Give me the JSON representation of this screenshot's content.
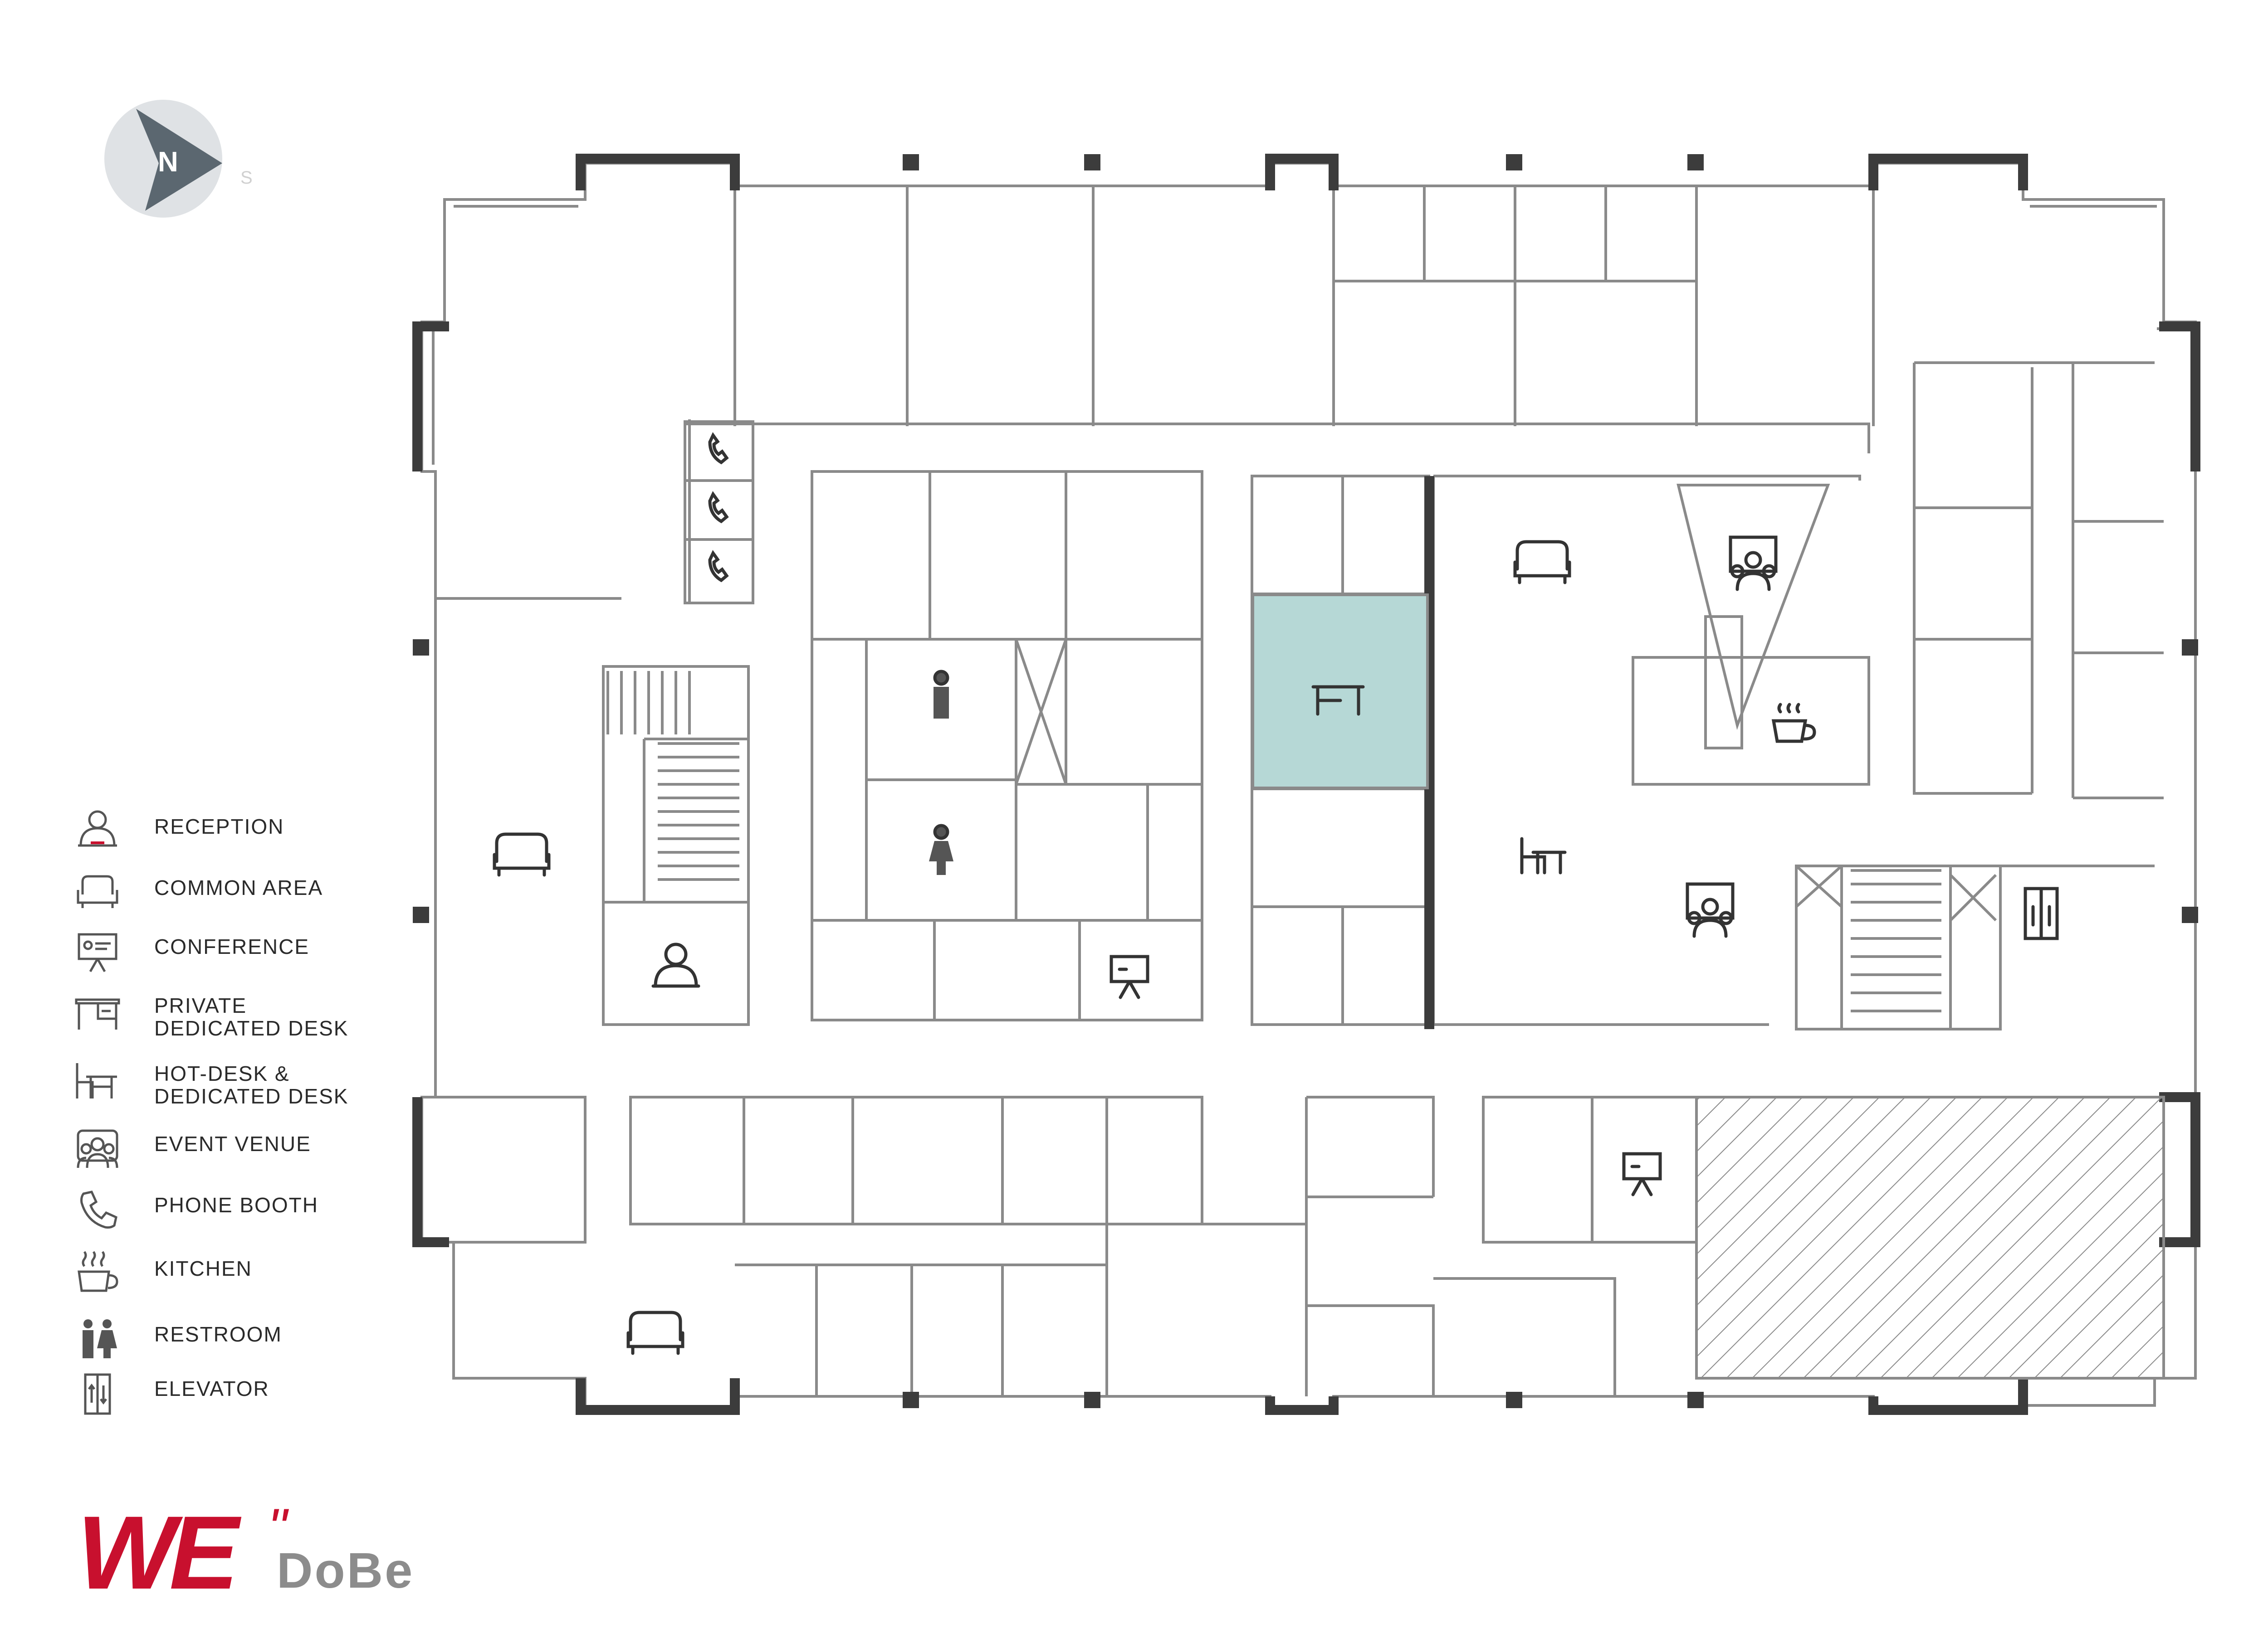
{
  "compass": {
    "south_label": "S"
  },
  "legend": [
    {
      "label": "RECEPTION",
      "icon": "reception-icon"
    },
    {
      "label": "COMMON AREA",
      "icon": "sofa-icon"
    },
    {
      "label": "CONFERENCE",
      "icon": "presentation-icon"
    },
    {
      "label": "PRIVATE",
      "label2": "DEDICATED DESK",
      "icon": "desk-icon"
    },
    {
      "label": "HOT-DESK &",
      "label2": "DEDICATED DESK",
      "icon": "hot-desk-icon"
    },
    {
      "label": "EVENT VENUE",
      "icon": "group-icon"
    },
    {
      "label": "PHONE BOOTH",
      "icon": "phone-icon"
    },
    {
      "label": "KITCHEN",
      "icon": "coffee-cup-icon"
    },
    {
      "label": "RESTROOM",
      "icon": "restroom-icon"
    },
    {
      "label": "ELEVATOR",
      "icon": "elevator-icon"
    }
  ],
  "logo": {
    "we": "WE",
    "mark": "\"",
    "dobe": "DoBe"
  },
  "colors": {
    "wall": "#3c3c3c",
    "thin_wall": "#8a8a8a",
    "highlight": "#b6d8d6",
    "logo_red": "#c8102e",
    "logo_gray": "#8c8c8c",
    "compass_bg": "#dcdfe2"
  }
}
